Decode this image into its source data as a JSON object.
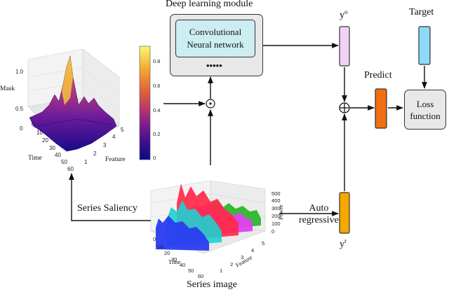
{
  "module": {
    "title": "Deep learning module",
    "cnn_line1": "Convolutional",
    "cnn_line2": "Neural network",
    "dots": "•••••"
  },
  "outputs": {
    "y_o": "y",
    "y_o_sup": "o",
    "y_r": "y",
    "y_r_sup": "r"
  },
  "target_label": "Target",
  "predict_label": "Predict",
  "loss": {
    "line1": "Loss",
    "line2": "function"
  },
  "series_saliency_label": "Series Saliency",
  "auto_regressive": {
    "line1": "Auto",
    "line2": "regressive"
  },
  "series_image_label": "Series image",
  "mask_plot": {
    "zlabel": "Mask",
    "xlabel": "Time",
    "ylabel": "Feature",
    "zticks": [
      "1.0",
      "0.5",
      "0"
    ],
    "time_ticks": [
      "0",
      "10",
      "20",
      "30",
      "40",
      "50",
      "60"
    ],
    "feature_ticks": [
      "1",
      "2",
      "3",
      "4",
      "5"
    ]
  },
  "colorbar": {
    "ticks": [
      "0.8",
      "0.6",
      "0.4",
      "0.2",
      "0"
    ],
    "colors": [
      "#f9f871",
      "#f3a830",
      "#e0613a",
      "#b9376c",
      "#7a1b8e",
      "#3b0f8c",
      "#0d0887"
    ]
  },
  "series_plot": {
    "zlabel": "Power",
    "xlabel": "Time",
    "ylabel": "Feature",
    "zticks": [
      "500",
      "400",
      "300",
      "200",
      "100",
      "0"
    ],
    "time_ticks": [
      "0",
      "10",
      "20",
      "30",
      "40",
      "50",
      "60"
    ],
    "feature_ticks": [
      "1",
      "2",
      "3",
      "4",
      "5"
    ],
    "colors": [
      "#2a3cf0",
      "#1fd0d0",
      "#ff2a4a",
      "#e040f0",
      "#2db82d"
    ]
  },
  "colors": {
    "y_o_fill": "#f3d2f7",
    "y_r_fill": "#f5a800",
    "target_fill": "#8ed8f8",
    "predict_fill": "#f06f12",
    "box_fill": "#e8e8e8",
    "cnn_fill": "#cdeef1"
  }
}
